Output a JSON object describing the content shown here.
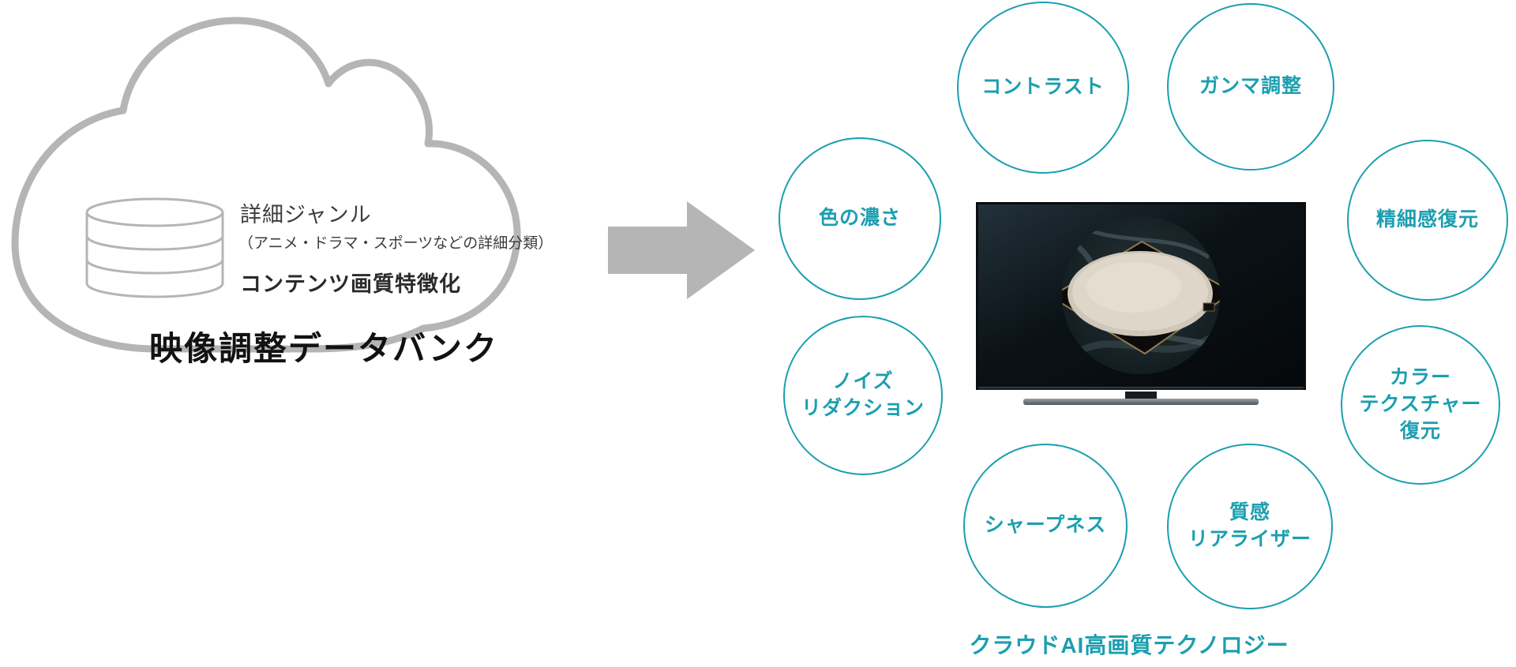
{
  "diagram": {
    "cloud": {
      "genre_title": "詳細ジャンル",
      "genre_sub": "（アニメ・ドラマ・スポーツなどの詳細分類）",
      "feature_label": "コンテンツ画質特徴化",
      "bank_title": "映像調整データバンク"
    },
    "features": [
      {
        "id": "contrast",
        "label": "コントラスト"
      },
      {
        "id": "gamma",
        "label": "ガンマ調整"
      },
      {
        "id": "color-depth",
        "label": "色の濃さ"
      },
      {
        "id": "fine-detail",
        "label": "精細感復元"
      },
      {
        "id": "noise-reduction",
        "label": "ノイズ\nリダクション"
      },
      {
        "id": "color-texture",
        "label": "カラー\nテクスチャー\n復元"
      },
      {
        "id": "sharpness",
        "label": "シャープネス"
      },
      {
        "id": "texture-realizer",
        "label": "質感\nリアライザー"
      }
    ],
    "caption": "クラウドAI高画質テクノロジー",
    "colors": {
      "teal": "#1b9fb0",
      "gray": "#b5b5b5",
      "text_dark": "#3c3c3c"
    }
  }
}
